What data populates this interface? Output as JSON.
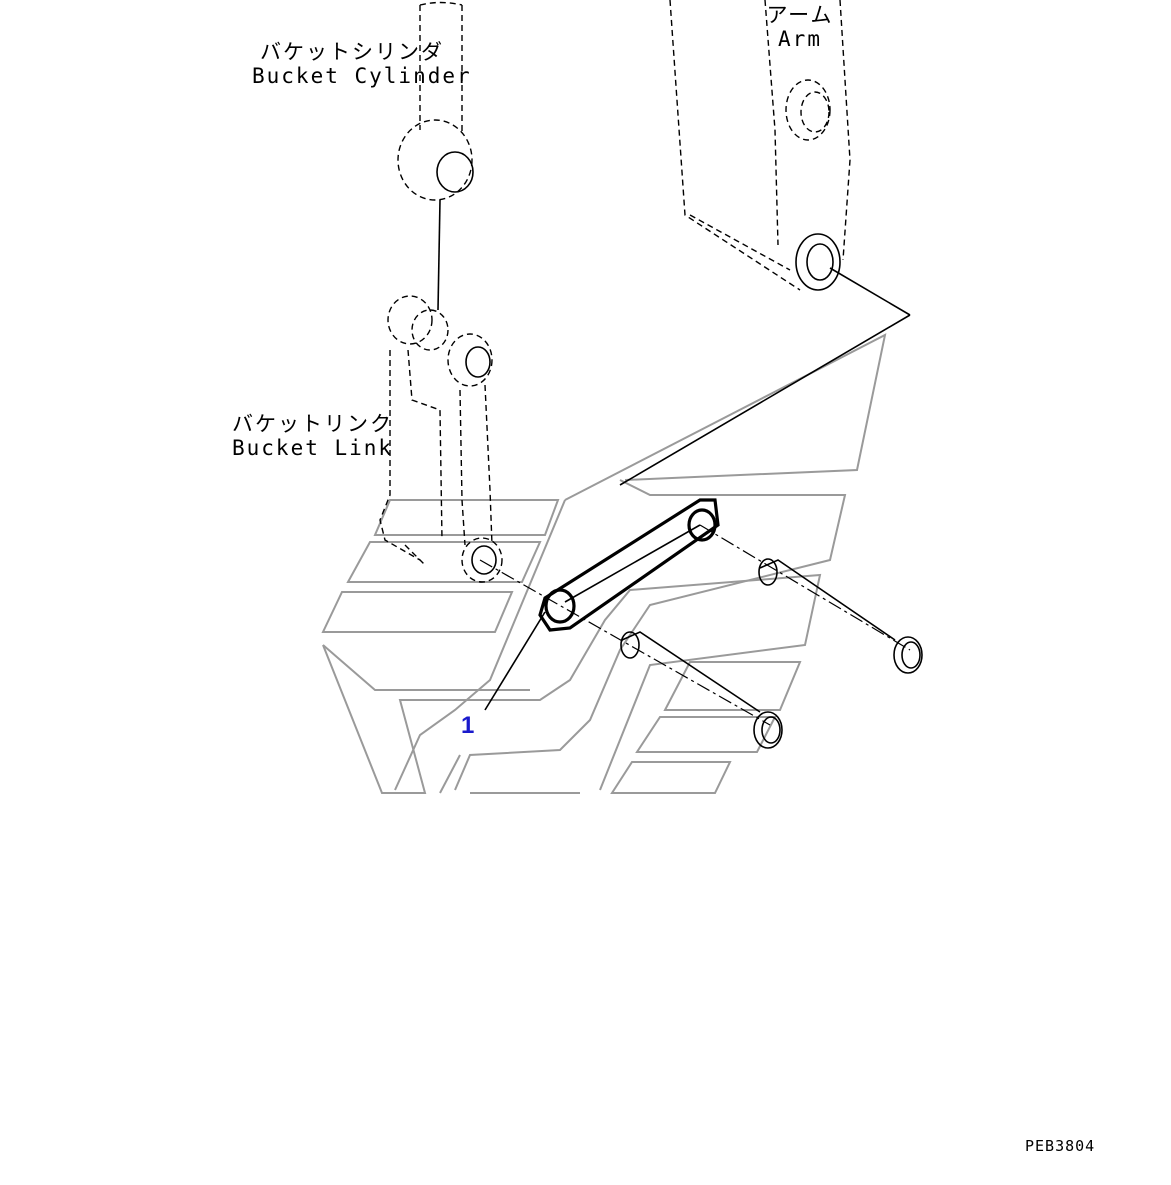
{
  "labels": {
    "bucket_cylinder_jp": "バケットシリンダ",
    "bucket_cylinder_en": "Bucket Cylinder",
    "arm_jp": "アーム",
    "arm_en": "Arm",
    "bucket_link_jp": "バケットリンク",
    "bucket_link_en": "Bucket Link"
  },
  "callouts": [
    {
      "number": "1",
      "color": "#1a1acc"
    }
  ],
  "drawing_code": "PEB3804",
  "colors": {
    "line": "#000000",
    "bucket_outline": "#9a9a9a",
    "callout": "#1a1acc"
  }
}
